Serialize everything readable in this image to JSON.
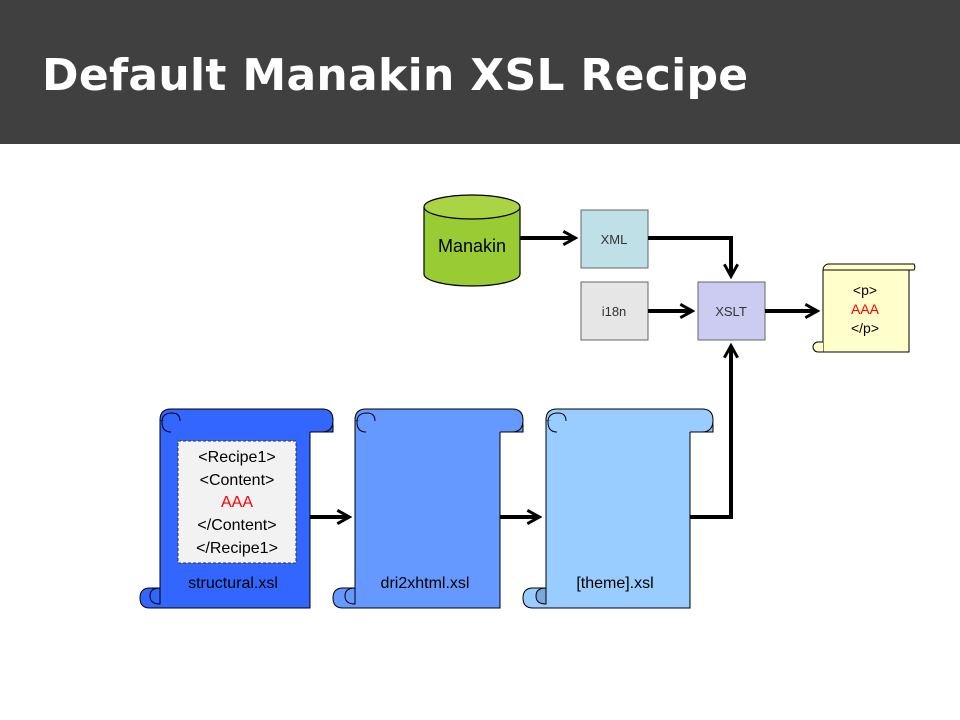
{
  "slide": {
    "title": "Default Manakin XSL Recipe"
  },
  "diagram": {
    "source_label": "Manakin",
    "xml_label": "XML",
    "i18n_label": "i18n",
    "xslt_label": "XSLT",
    "output": {
      "open_tag": "<p>",
      "content": "AAA",
      "close_tag": "</p>"
    },
    "scrolls": [
      {
        "label": "structural.xsl"
      },
      {
        "label": "dri2xhtml.xsl"
      },
      {
        "label": "[theme].xsl"
      }
    ],
    "recipe": {
      "lines": [
        "<Recipe1>",
        "<Content>"
      ],
      "content": "AAA",
      "closing_lines": [
        "</Content>",
        "</Recipe1>"
      ]
    }
  },
  "colors": {
    "header_bg": "#404040",
    "manakin": "#99cc33",
    "xml_box": "#bfe0e6",
    "i18n_box": "#e6e6e6",
    "xslt_box": "#ccccf2",
    "output_scroll": "#ffffcc",
    "scroll1": "#3366ff",
    "scroll2": "#6699ff",
    "scroll3": "#99ccff",
    "red_text": "#ff0000"
  }
}
